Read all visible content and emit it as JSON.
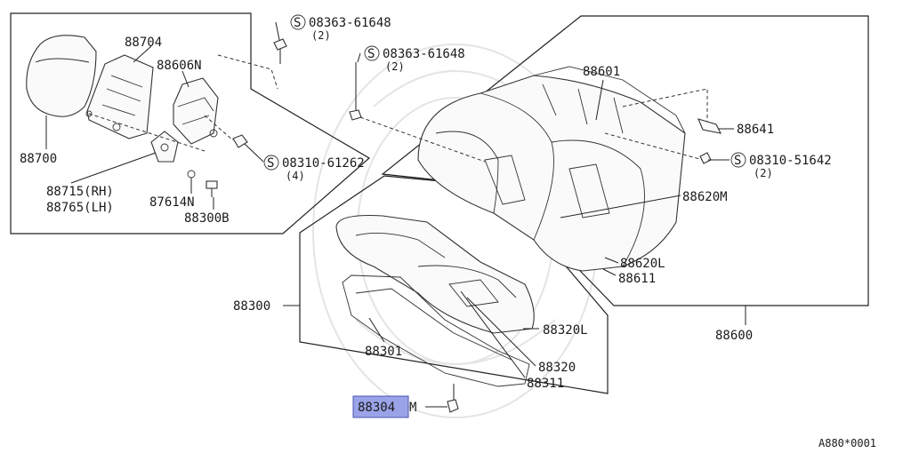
{
  "diagram": {
    "labels": {
      "p88704": "88704",
      "p88606n": "88606N",
      "p88700": "88700",
      "p88715": "88715(RH)",
      "p88765": "88765(LH)",
      "p87614n": "87614N",
      "p88300b": "88300B",
      "bolt1_num": "08363-61648",
      "bolt1_qty": "(2)",
      "bolt2_num": "08363-61648",
      "bolt2_qty": "(2)",
      "bolt3_num": "08310-61262",
      "bolt3_qty": "(4)",
      "bolt4_num": "08310-51642",
      "bolt4_qty": "(2)",
      "s_mark": "S",
      "p88601": "88601",
      "p88641": "88641",
      "p88620m": "88620M",
      "p88620l": "88620L",
      "p88611": "88611",
      "p88600": "88600",
      "p88300": "88300",
      "p88320l": "88320L",
      "p88301": "88301",
      "p88320": "88320",
      "p88311": "88311",
      "p88304m_a": "88304",
      "p88304m_b": "M",
      "ref_code": "A880*0001"
    },
    "highlight_color": "#9ba3e8"
  }
}
